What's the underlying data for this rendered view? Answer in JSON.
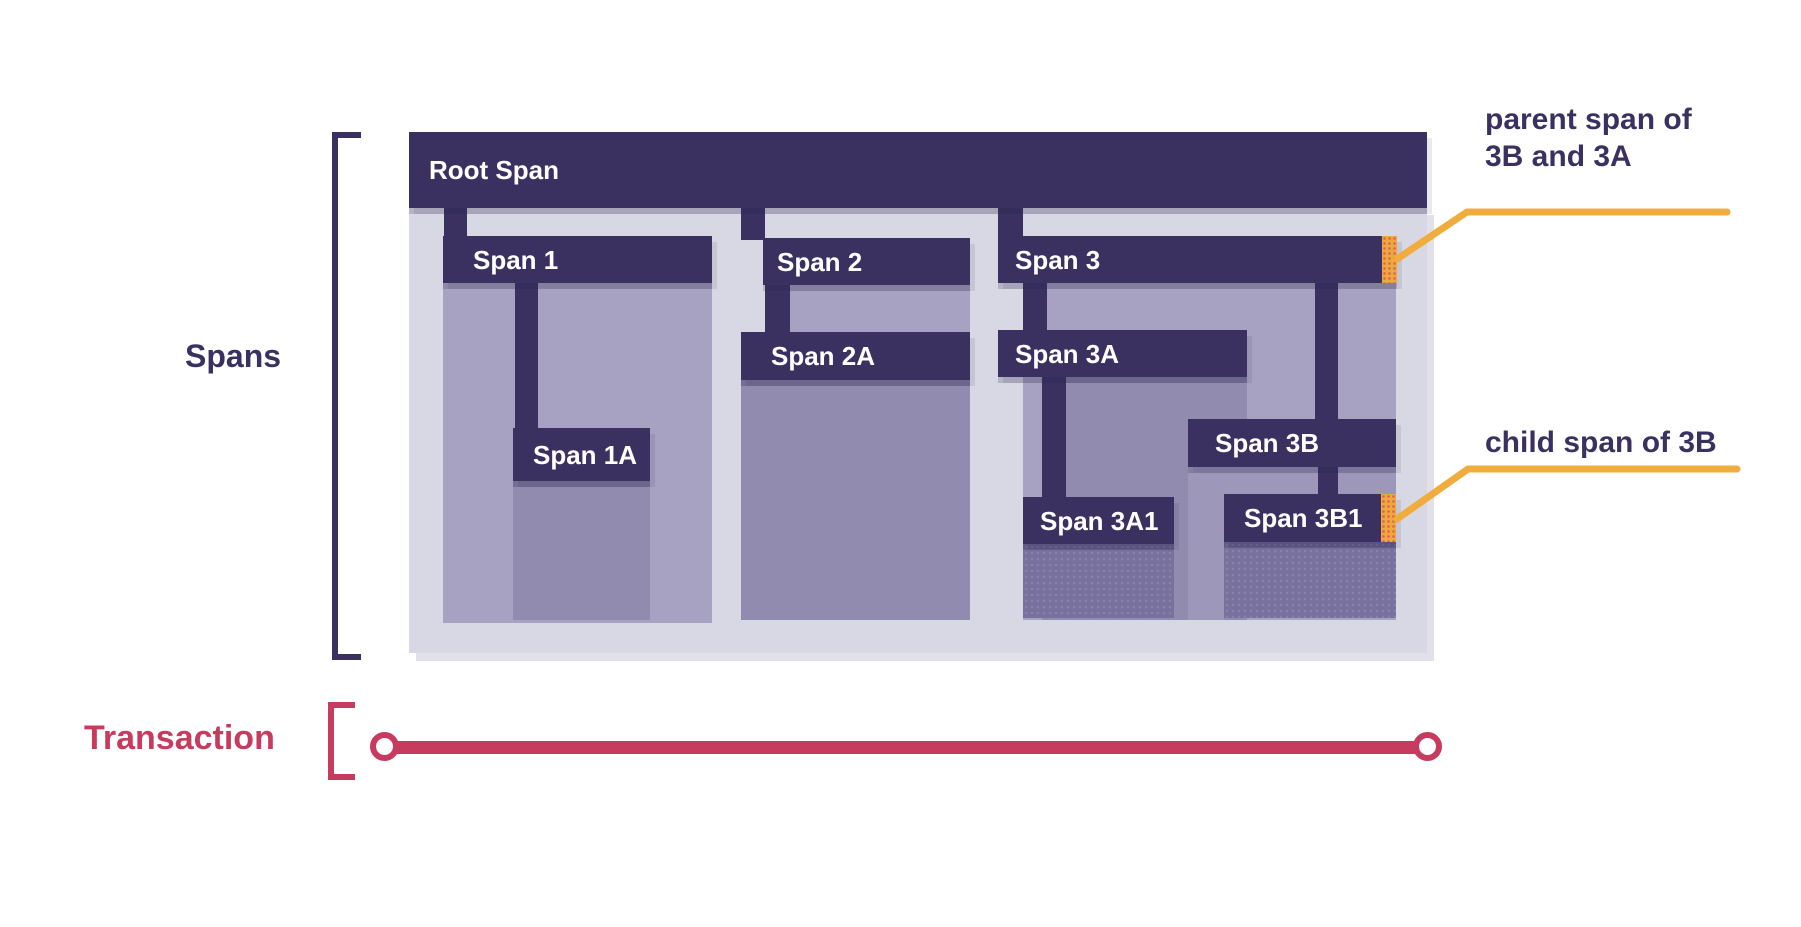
{
  "side_labels": {
    "spans": "Spans",
    "transaction": "Transaction"
  },
  "spans_diagram": {
    "root": {
      "label": "Root Span"
    },
    "span1": {
      "label": "Span 1"
    },
    "span1a": {
      "label": "Span 1A"
    },
    "span2": {
      "label": "Span 2"
    },
    "span2a": {
      "label": "Span 2A"
    },
    "span3": {
      "label": "Span 3"
    },
    "span3a": {
      "label": "Span 3A"
    },
    "span3a1": {
      "label": "Span 3A1"
    },
    "span3b": {
      "label": "Span 3B"
    },
    "span3b1": {
      "label": "Span 3B1"
    }
  },
  "annotations": {
    "parent_line1": "parent span of",
    "parent_line2": "3B and 3A",
    "child": "child span of 3B"
  },
  "palette": {
    "dark_purple": "#3A3160",
    "container": "#D8D7E4",
    "fill_light": "#A8A2C2",
    "fill_mid": "#918BAF",
    "fill_midlight": "#9D97B9",
    "fill_dark": "#78719E",
    "orange": "#EFA73E",
    "yellow": "#F0AD3D",
    "red": "#C73B5E",
    "label_text": "#FFFFFF"
  }
}
